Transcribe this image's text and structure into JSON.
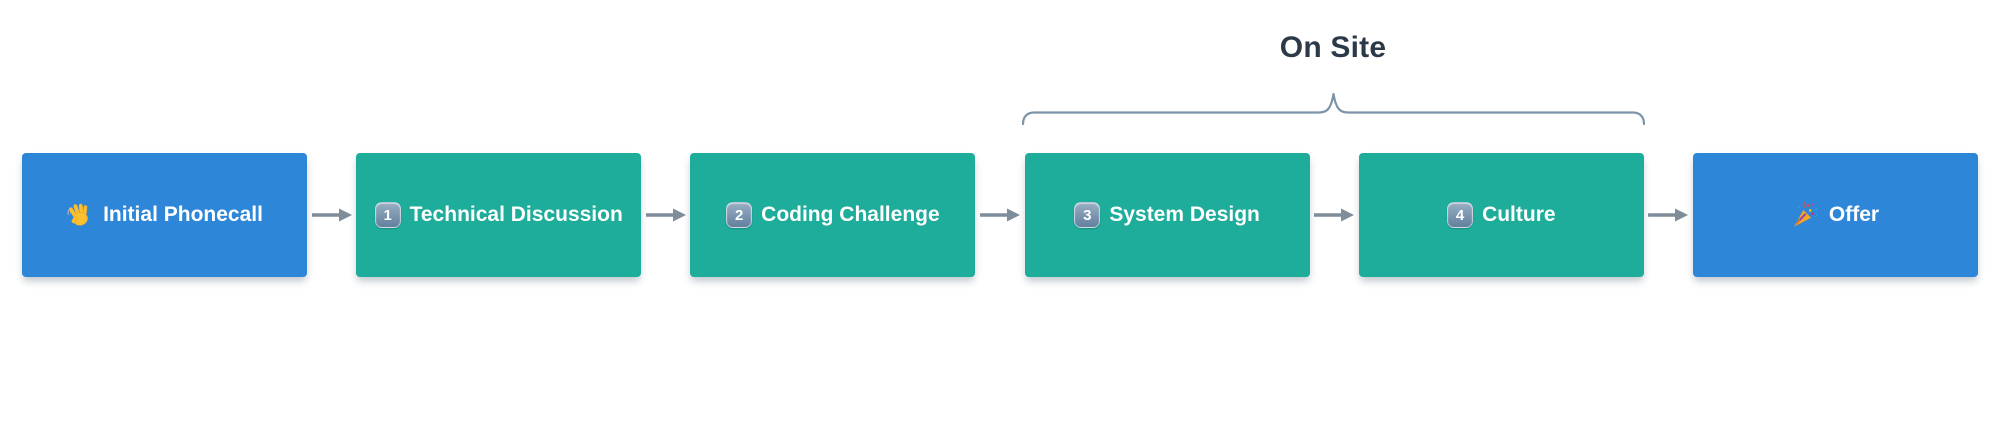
{
  "diagram": {
    "group_label": "On Site",
    "steps": [
      {
        "id": "initial-phonecall",
        "label": "Initial Phonecall",
        "icon": "waving-hand-icon",
        "variant": "blue"
      },
      {
        "id": "technical-discussion",
        "label": "Technical Discussion",
        "keycap": "1",
        "variant": "teal"
      },
      {
        "id": "coding-challenge",
        "label": "Coding Challenge",
        "keycap": "2",
        "variant": "teal"
      },
      {
        "id": "system-design",
        "label": "System Design",
        "keycap": "3",
        "variant": "teal",
        "group": "On Site"
      },
      {
        "id": "culture",
        "label": "Culture",
        "keycap": "4",
        "variant": "teal",
        "group": "On Site"
      },
      {
        "id": "offer",
        "label": "Offer",
        "icon": "party-popper-icon",
        "variant": "blue"
      }
    ],
    "colors": {
      "blue_box": "#2E86D9",
      "teal_box": "#1EAC9B",
      "box_text": "#FFFFFF",
      "arrow": "#7F8C99",
      "brace": "#7C93A8",
      "group_label_text": "#2B3948",
      "keycap_top": "#97AEC4",
      "keycap_bottom": "#63809E"
    }
  }
}
